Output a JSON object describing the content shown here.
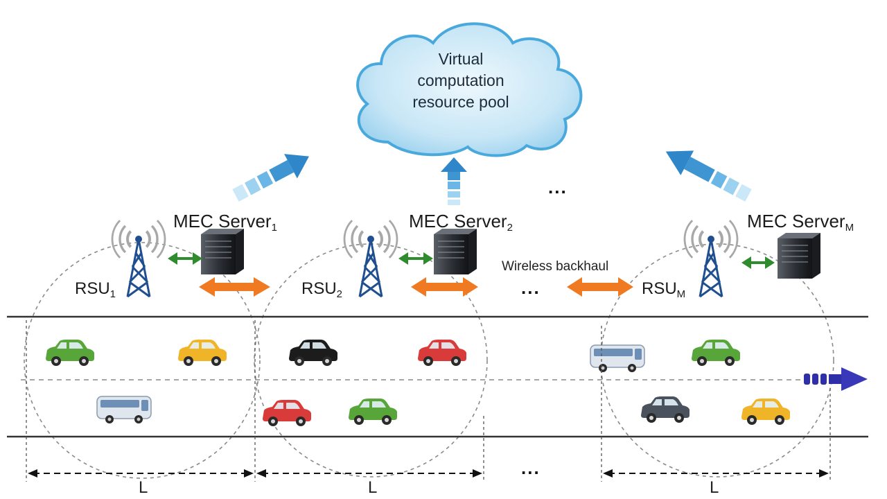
{
  "cloud": {
    "lines": [
      "Virtual",
      "computation",
      "resource pool"
    ]
  },
  "servers": [
    {
      "name": "MEC Server",
      "sub": "1"
    },
    {
      "name": "MEC Server",
      "sub": "2"
    },
    {
      "name": "MEC Server",
      "sub": "M"
    }
  ],
  "rsus": [
    {
      "name": "RSU",
      "sub": "1"
    },
    {
      "name": "RSU",
      "sub": "2"
    },
    {
      "name": "RSU",
      "sub": "M"
    }
  ],
  "backhaul_label": "Wireless backhaul",
  "ellipsis": "...",
  "coverage_length_label": "L",
  "colors": {
    "cloud_fill": "#cde9f7",
    "cloud_stroke": "#4aa9dc",
    "uplink_arrow": "#2f86c8",
    "rsu_server_link": "#2e8b2e",
    "backhaul_arrow": "#f07a22",
    "traffic_direction": "#2f2fa8",
    "tower": "#1f4f8f"
  }
}
